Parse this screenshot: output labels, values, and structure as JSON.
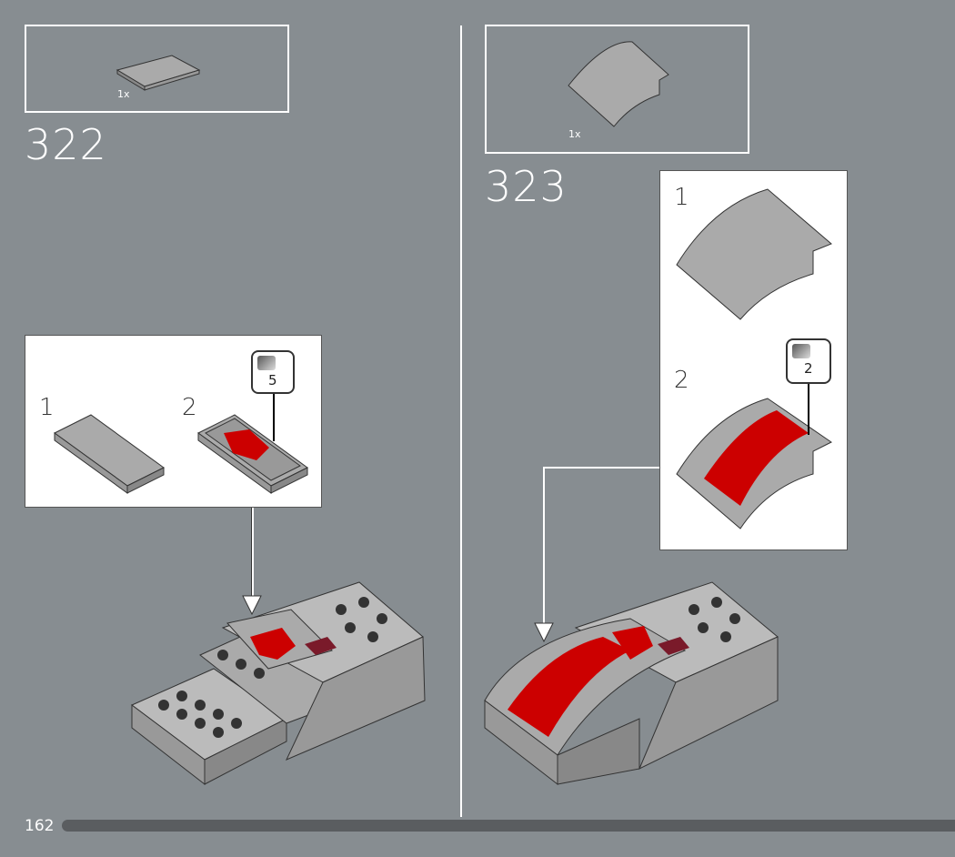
{
  "page_number": "162",
  "colors": {
    "background": "#878d91",
    "brick": "#a9a9a9",
    "sticker_red": "#cc0000",
    "progress": "#5a5d60"
  },
  "steps": [
    {
      "number": "322",
      "parts_qty": "1x",
      "substeps": [
        "1",
        "2"
      ],
      "sticker_number": "5"
    },
    {
      "number": "323",
      "parts_qty": "1x",
      "substeps": [
        "1",
        "2"
      ],
      "sticker_number": "2"
    }
  ]
}
